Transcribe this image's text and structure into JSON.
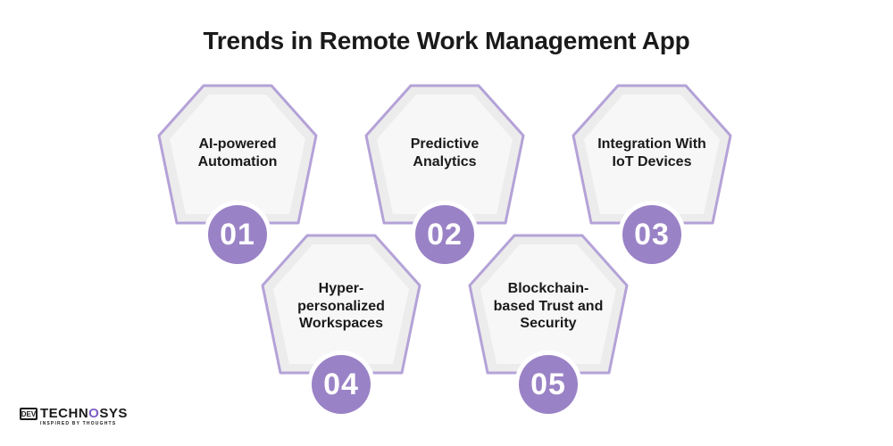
{
  "title": "Trends in Remote Work Management App",
  "colors": {
    "accent": "#9a82c6",
    "hex_border": "#b4a2d8",
    "hex_fill": "#f4f4f4",
    "text": "#1a1a1a"
  },
  "trends": [
    {
      "label": "AI-powered Automation",
      "number": "01"
    },
    {
      "label": "Predictive Analytics",
      "number": "02"
    },
    {
      "label": "Integration With IoT Devices",
      "number": "03"
    },
    {
      "label": "Hyper-personalized Workspaces",
      "number": "04"
    },
    {
      "label": "Blockchain-based Trust and Security",
      "number": "05"
    }
  ],
  "logo": {
    "mark": "DEV",
    "name_prefix": "TECHN",
    "name_accent": "O",
    "name_suffix": "SYS",
    "tagline": "INSPIRED BY THOUGHTS"
  }
}
